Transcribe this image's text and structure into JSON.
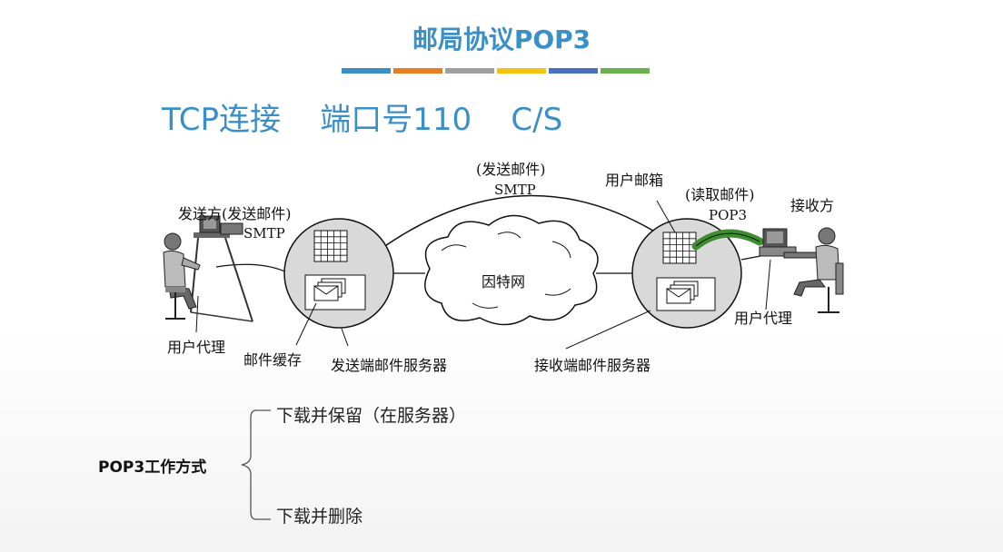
{
  "title": "邮局协议POP3",
  "subtitle": "TCP连接    端口号110    C/S",
  "colors": {
    "accent": "#3b8fc7",
    "bar": [
      "#3b8fc7",
      "#e67e22",
      "#a0a0a0",
      "#f1c40f",
      "#4a6fc1",
      "#6ab04c"
    ],
    "pop3_arrow": "#3e8e2f"
  },
  "diagram": {
    "sender": "发送方(发送邮件)",
    "sender_protocol": "SMTP",
    "top_label": "(发送邮件)",
    "top_protocol": "SMTP",
    "mailbox": "用户邮箱",
    "read_label": "(读取邮件)",
    "read_protocol": "POP3",
    "receiver": "接收方",
    "internet": "因特网",
    "user_agent_left": "用户代理",
    "mail_cache": "邮件缓存",
    "send_server": "发送端邮件服务器",
    "recv_server": "接收端邮件服务器",
    "user_agent_right": "用户代理"
  },
  "methods": {
    "label": "POP3工作方式",
    "option1": "下载并保留（在服务器）",
    "option2": "下载并删除"
  }
}
